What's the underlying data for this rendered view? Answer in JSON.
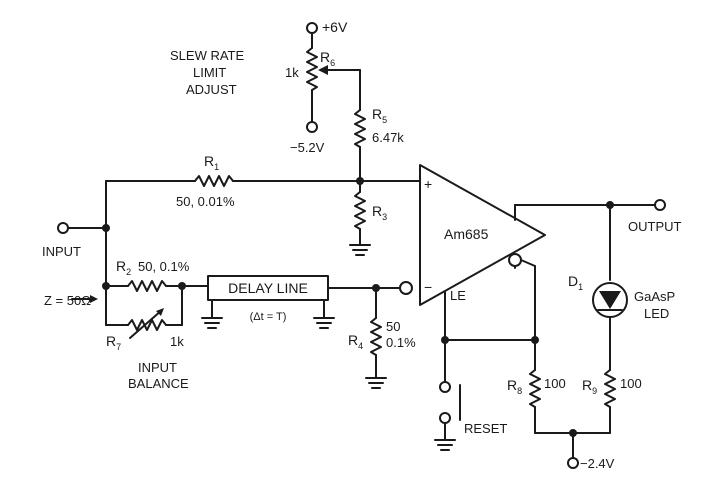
{
  "labels": {
    "plus6v": "+6V",
    "slew1": "SLEW RATE",
    "slew2": "LIMIT",
    "slew3": "ADJUST",
    "r6": "R",
    "r6_sub": "6",
    "r6_val": "1k",
    "minus52v": "−5.2V",
    "r5": "R",
    "r5_sub": "5",
    "r5_val": "6.47k",
    "r1": "R",
    "r1_sub": "1",
    "r1_val": "50, 0.01%",
    "r3": "R",
    "r3_sub": "3",
    "input": "INPUT",
    "r2": "R",
    "r2_sub": "2",
    "r2_val": "50, 0.1%",
    "z": "Z = 50Ω",
    "delay_line": "DELAY LINE",
    "delay_note": "(Δt = T)",
    "r7": "R",
    "r7_sub": "7",
    "r7_val": "1k",
    "input_bal1": "INPUT",
    "input_bal2": "BALANCE",
    "r4": "R",
    "r4_sub": "4",
    "r4_val1": "50",
    "r4_val2": "0.1%",
    "opamp": "Am685",
    "plus": "+",
    "minus": "−",
    "le": "LE",
    "output": "OUTPUT",
    "d1": "D",
    "d1_sub": "1",
    "gaasp": "GaAsP",
    "led": "LED",
    "r8": "R",
    "r8_sub": "8",
    "r8_val": "100",
    "r9": "R",
    "r9_sub": "9",
    "r9_val": "100",
    "reset": "RESET",
    "minus24v": "−2.4V"
  }
}
